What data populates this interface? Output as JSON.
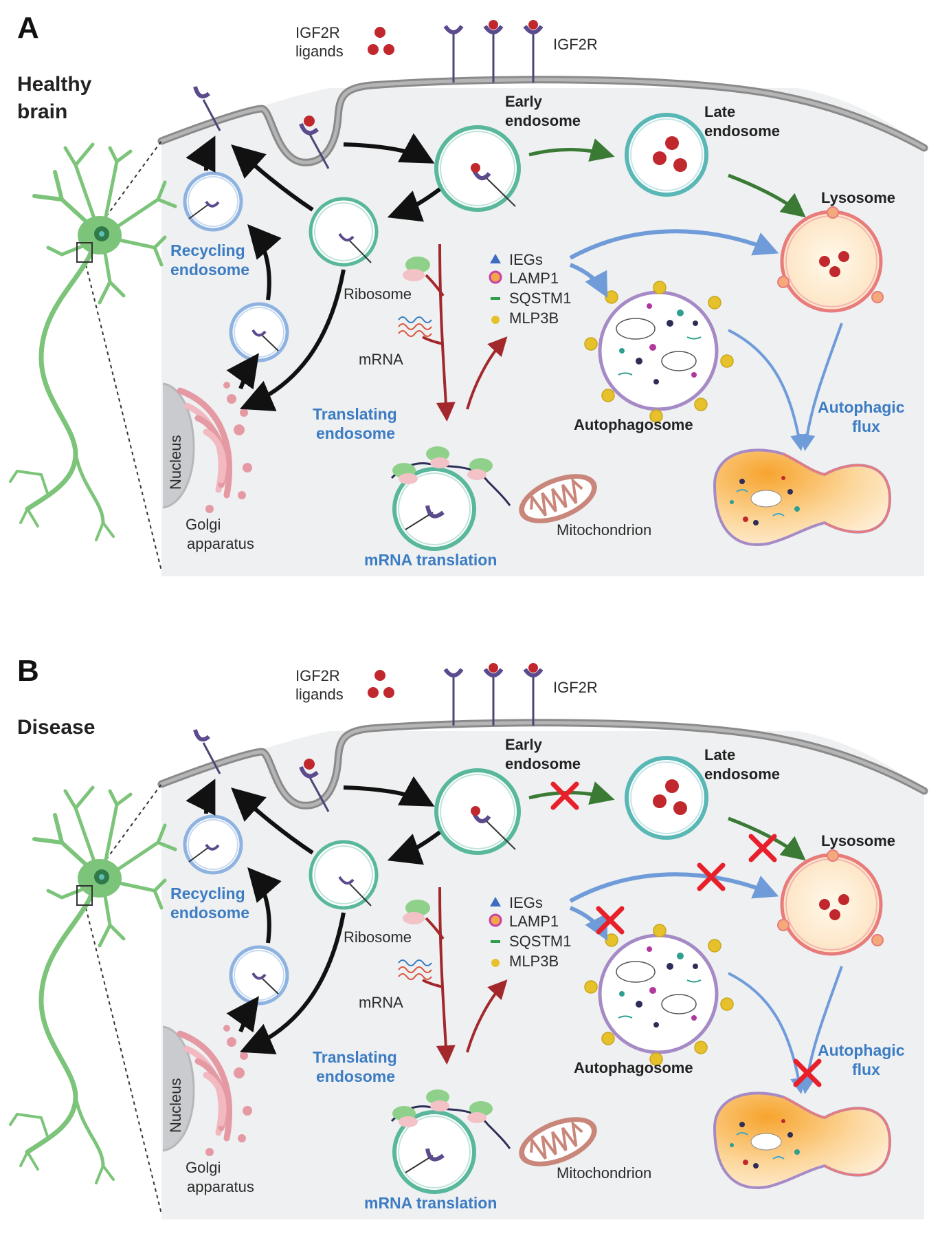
{
  "colors": {
    "neuron": "#7cc47a",
    "cell_bg": "#eeeff1",
    "membrane": "#8a8a8a",
    "blue_label": "#3d7cc2",
    "ligand": "#c0282d",
    "early_endosome": "#59b79c",
    "recycling_endosome": "#8fb3e0",
    "lysosome": "#e87b7b",
    "autophagosome": "#a58ac6",
    "golgi": "#e59aa3",
    "block_x": "#e8202a"
  },
  "icons": [
    "neuron-icon",
    "igf2r-receptor-icon",
    "ligand-icon",
    "ribosome-icon",
    "mrna-icon",
    "mitochondrion-icon",
    "golgi-icon",
    "nucleus-icon",
    "block-x-icon"
  ],
  "panels": [
    {
      "letter": "A",
      "title_lines": [
        "Healthy",
        "brain"
      ],
      "labels": {
        "igf2r_ligands_1": "IGF2R",
        "igf2r_ligands_2": "ligands",
        "igf2r": "IGF2R",
        "early_endosome_1": "Early",
        "early_endosome_2": "endosome",
        "late_endosome_1": "Late",
        "late_endosome_2": "endosome",
        "lysosome": "Lysosome",
        "recycling_1": "Recycling",
        "recycling_2": "endosome",
        "ribosome": "Ribosome",
        "mrna": "mRNA",
        "translating_1": "Translating",
        "translating_2": "endosome",
        "mrna_translation": "mRNA translation",
        "mitochondrion": "Mitochondrion",
        "autophagosome": "Autophagosome",
        "autophagic_1": "Autophagic",
        "autophagic_2": "flux",
        "nucleus": "Nucleus",
        "golgi_1": "Golgi",
        "golgi_2": "apparatus"
      },
      "legend": [
        "IEGs",
        "LAMP1",
        "SQSTM1",
        "MLP3B"
      ],
      "blocked_steps": []
    },
    {
      "letter": "B",
      "title_lines": [
        "Disease"
      ],
      "labels": {
        "igf2r_ligands_1": "IGF2R",
        "igf2r_ligands_2": "ligands",
        "igf2r": "IGF2R",
        "early_endosome_1": "Early",
        "early_endosome_2": "endosome",
        "late_endosome_1": "Late",
        "late_endosome_2": "endosome",
        "lysosome": "Lysosome",
        "recycling_1": "Recycling",
        "recycling_2": "endosome",
        "ribosome": "Ribosome",
        "mrna": "mRNA",
        "translating_1": "Translating",
        "translating_2": "endosome",
        "mrna_translation": "mRNA translation",
        "mitochondrion": "Mitochondrion",
        "autophagosome": "Autophagosome",
        "autophagic_1": "Autophagic",
        "autophagic_2": "flux",
        "nucleus": "Nucleus",
        "golgi_1": "Golgi",
        "golgi_2": "apparatus"
      },
      "legend": [
        "IEGs",
        "LAMP1",
        "SQSTM1",
        "MLP3B"
      ],
      "blocked_steps": [
        "early-to-late",
        "late-to-lysosome",
        "ieg-to-lysosome",
        "ieg-to-autophagosome",
        "autophagic-flux"
      ]
    }
  ]
}
